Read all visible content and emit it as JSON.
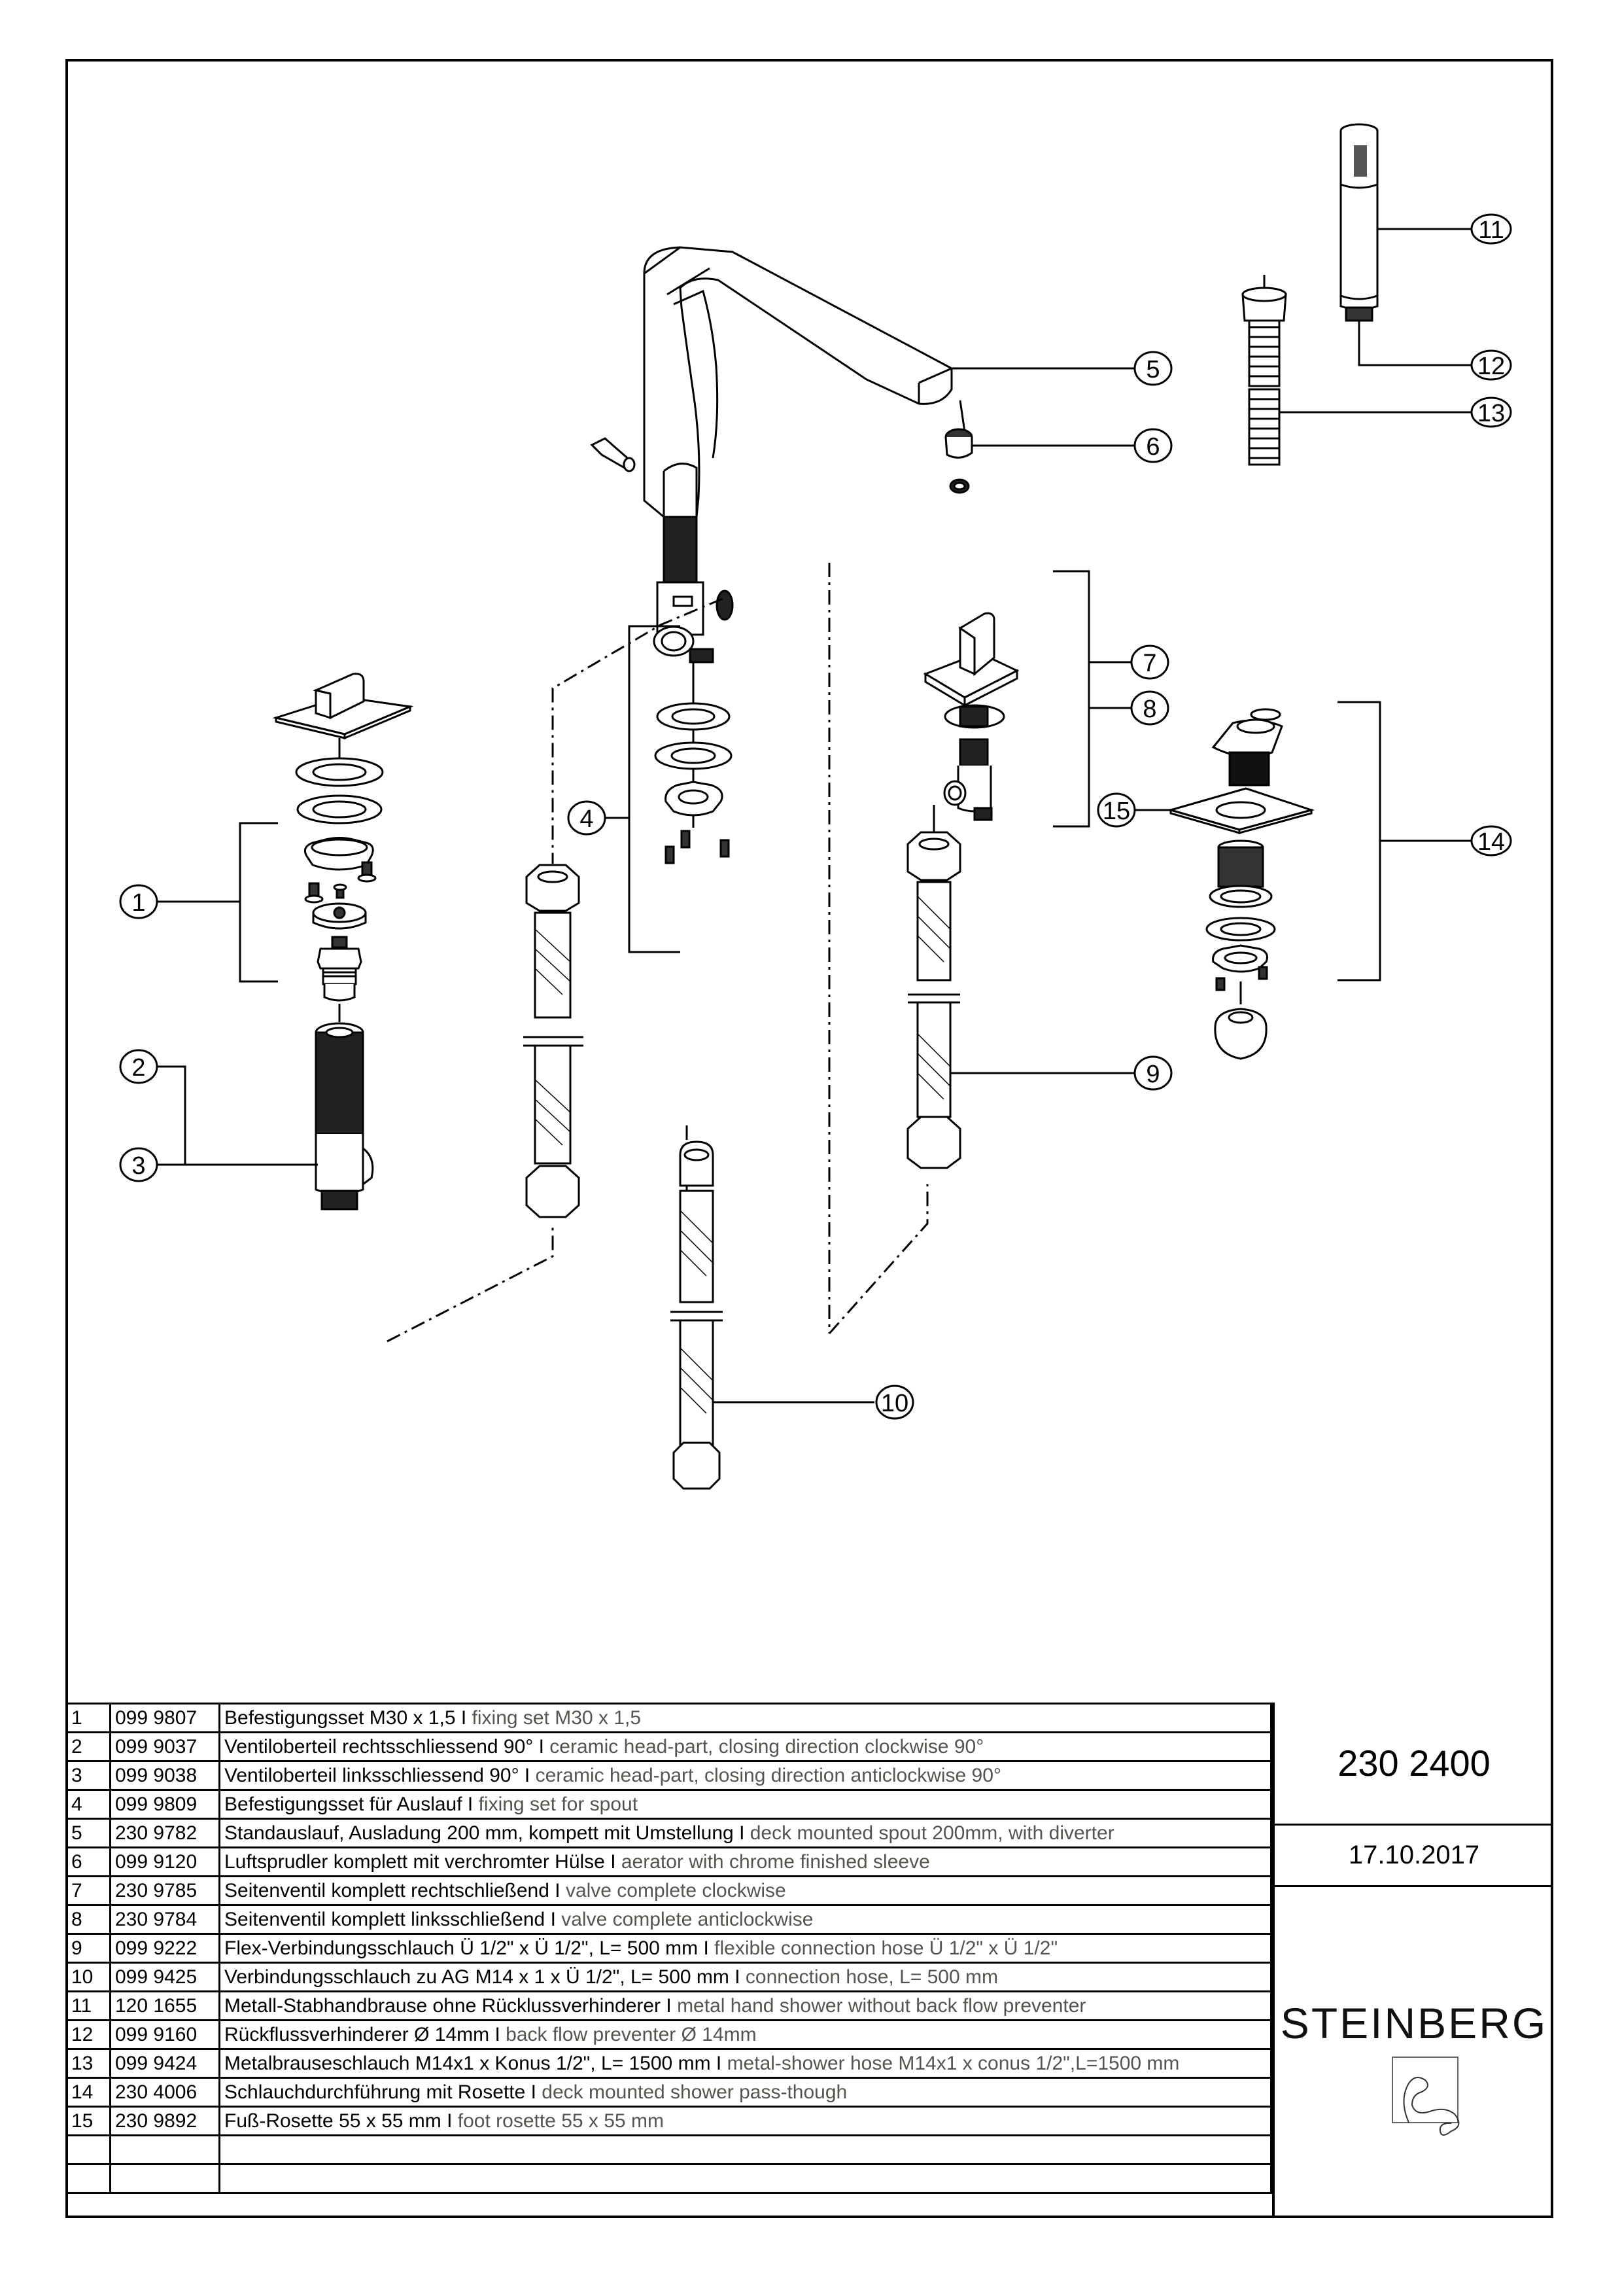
{
  "drawing": {
    "callouts": [
      {
        "n": "1",
        "part": "fixing set M30 x 1,5"
      },
      {
        "n": "2",
        "part": "ceramic head-part clockwise"
      },
      {
        "n": "3",
        "part": "ceramic head-part anticlockwise"
      },
      {
        "n": "4",
        "part": "fixing set for spout"
      },
      {
        "n": "5",
        "part": "deck mounted spout"
      },
      {
        "n": "6",
        "part": "aerator"
      },
      {
        "n": "7",
        "part": "valve complete clockwise"
      },
      {
        "n": "8",
        "part": "valve complete anticlockwise"
      },
      {
        "n": "9",
        "part": "flexible connection hose"
      },
      {
        "n": "10",
        "part": "connection hose"
      },
      {
        "n": "11",
        "part": "metal hand shower"
      },
      {
        "n": "12",
        "part": "back flow preventer"
      },
      {
        "n": "13",
        "part": "metal-shower hose"
      },
      {
        "n": "14",
        "part": "deck mounted shower pass-though"
      },
      {
        "n": "15",
        "part": "foot rosette"
      }
    ]
  },
  "parts_table": {
    "rows": [
      {
        "pos": "1",
        "art": "099 9807",
        "de": "Befestigungsset M30 x 1,5 I ",
        "en": "fixing set M30 x 1,5"
      },
      {
        "pos": "2",
        "art": "099 9037",
        "de": "Ventiloberteil rechtsschliessend 90° I ",
        "en": "ceramic head-part, closing direction clockwise 90°"
      },
      {
        "pos": "3",
        "art": "099 9038",
        "de": "Ventiloberteil linksschliessend 90° I ",
        "en": "ceramic head-part, closing direction anticlockwise 90°"
      },
      {
        "pos": "4",
        "art": "099 9809",
        "de": "Befestigungsset für Auslauf I ",
        "en": "fixing set for spout"
      },
      {
        "pos": "5",
        "art": "230 9782",
        "de": "Standauslauf, Ausladung 200 mm, kompett mit Umstellung I ",
        "en": "deck mounted spout 200mm, with diverter"
      },
      {
        "pos": "6",
        "art": "099 9120",
        "de": "Luftsprudler komplett mit verchromter Hülse I ",
        "en": "aerator with chrome finished sleeve"
      },
      {
        "pos": "7",
        "art": "230 9785",
        "de": "Seitenventil komplett  rechtschließend I ",
        "en": "valve complete clockwise"
      },
      {
        "pos": "8",
        "art": "230 9784",
        "de": "Seitenventil komplett  linksschließend I ",
        "en": "valve complete anticlockwise"
      },
      {
        "pos": "9",
        "art": "099 9222",
        "de": "Flex-Verbindungsschlauch Ü 1/2\" x Ü 1/2\", L= 500 mm I ",
        "en": "flexible connection hose Ü 1/2\" x Ü 1/2\""
      },
      {
        "pos": "10",
        "art": "099 9425",
        "de": "Verbindungsschlauch zu AG M14 x 1 x Ü 1/2\", L= 500 mm I ",
        "en": "connection hose, L= 500 mm"
      },
      {
        "pos": "11",
        "art": "120 1655",
        "de": "Metall-Stabhandbrause ohne Rücklussverhinderer I ",
        "en": "metal hand shower without back flow preventer"
      },
      {
        "pos": "12",
        "art": "099 9160",
        "de": "Rückflussverhinderer Ø 14mm I ",
        "en": "back flow preventer Ø 14mm"
      },
      {
        "pos": "13",
        "art": "099 9424",
        "de": "Metalbrauseschlauch M14x1 x Konus 1/2\", L= 1500 mm I ",
        "en": "metal-shower hose M14x1 x conus 1/2\",L=1500 mm"
      },
      {
        "pos": "14",
        "art": "230 4006",
        "de": "Schlauchdurchführung mit Rosette I ",
        "en": "deck mounted shower pass-though"
      },
      {
        "pos": "15",
        "art": "230 9892",
        "de": "Fuß-Rosette 55 x 55 mm I ",
        "en": "foot rosette 55 x 55 mm"
      },
      {
        "pos": "",
        "art": "",
        "de": "",
        "en": ""
      },
      {
        "pos": "",
        "art": "",
        "de": "",
        "en": ""
      }
    ]
  },
  "title_block": {
    "article_number": "230 2400",
    "date": "17.10.2017",
    "brand": "STEINBERG",
    "logo_icon": "steinberg-swirl-logo"
  },
  "colors": {
    "line": "#000000",
    "english_text": "#55554f"
  }
}
